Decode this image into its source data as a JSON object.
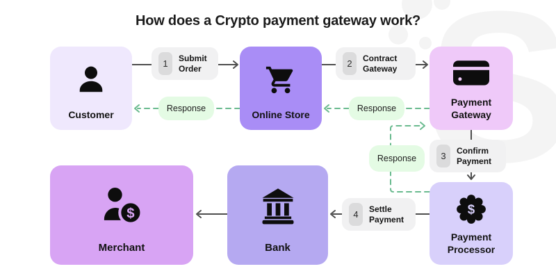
{
  "title": "How does a Crypto payment gateway work?",
  "watermark_letter": "S",
  "nodes": [
    {
      "id": "customer",
      "label": "Customer",
      "icon": "person-icon"
    },
    {
      "id": "online-store",
      "label": "Online Store",
      "icon": "shopping-cart-icon"
    },
    {
      "id": "payment-gateway",
      "label": "Payment Gateway",
      "icon": "credit-card-icon"
    },
    {
      "id": "merchant",
      "label": "Merchant",
      "icon": "merchant-dollar-icon"
    },
    {
      "id": "bank",
      "label": "Bank",
      "icon": "bank-building-icon"
    },
    {
      "id": "payment-processor",
      "label": "Payment Processor",
      "icon": "gear-dollar-icon"
    }
  ],
  "steps": [
    {
      "number": "1",
      "label": "Submit Order"
    },
    {
      "number": "2",
      "label": "Contract Gateway"
    },
    {
      "number": "3",
      "label": "Confirm Payment"
    },
    {
      "number": "4",
      "label": "Settle Payment"
    }
  ],
  "responses": [
    {
      "label": "Response"
    },
    {
      "label": "Response"
    },
    {
      "label": "Response"
    }
  ],
  "flows": [
    {
      "from": "Customer",
      "to": "Online Store",
      "step": "1",
      "label": "Submit Order",
      "style": "solid"
    },
    {
      "from": "Online Store",
      "to": "Payment Gateway",
      "step": "2",
      "label": "Contract Gateway",
      "style": "solid"
    },
    {
      "from": "Payment Gateway",
      "to": "Payment Processor",
      "step": "3",
      "label": "Confirm Payment",
      "style": "solid"
    },
    {
      "from": "Payment Processor",
      "to": "Bank",
      "step": "4",
      "label": "Settle Payment",
      "style": "solid"
    },
    {
      "from": "Bank",
      "to": "Merchant",
      "label": "",
      "style": "solid"
    },
    {
      "from": "Online Store",
      "to": "Customer",
      "label": "Response",
      "style": "dashed"
    },
    {
      "from": "Payment Gateway",
      "to": "Online Store",
      "label": "Response",
      "style": "dashed"
    },
    {
      "from": "Payment Processor",
      "to": "Payment Gateway",
      "label": "Response",
      "style": "dashed"
    }
  ],
  "colors": {
    "background": "#ffffff",
    "watermark": "#f4f4f4",
    "title_text": "#1b1b1b",
    "customer_bg": "#EFE8FD",
    "online_store_bg": "#A98DF6",
    "payment_gateway_bg": "#EFC9F9",
    "merchant_bg": "#D8A4F4",
    "bank_bg": "#B5A9F1",
    "payment_processor_bg": "#D8D0FB",
    "step_box_bg": "#F1F1F2",
    "step_badge_bg": "#DBDBDC",
    "response_bg": "#E4FBE4",
    "solid_arrow": "#4D4D4D",
    "dashed_arrow": "#69BA8E",
    "icon": "#0d0d0d"
  }
}
